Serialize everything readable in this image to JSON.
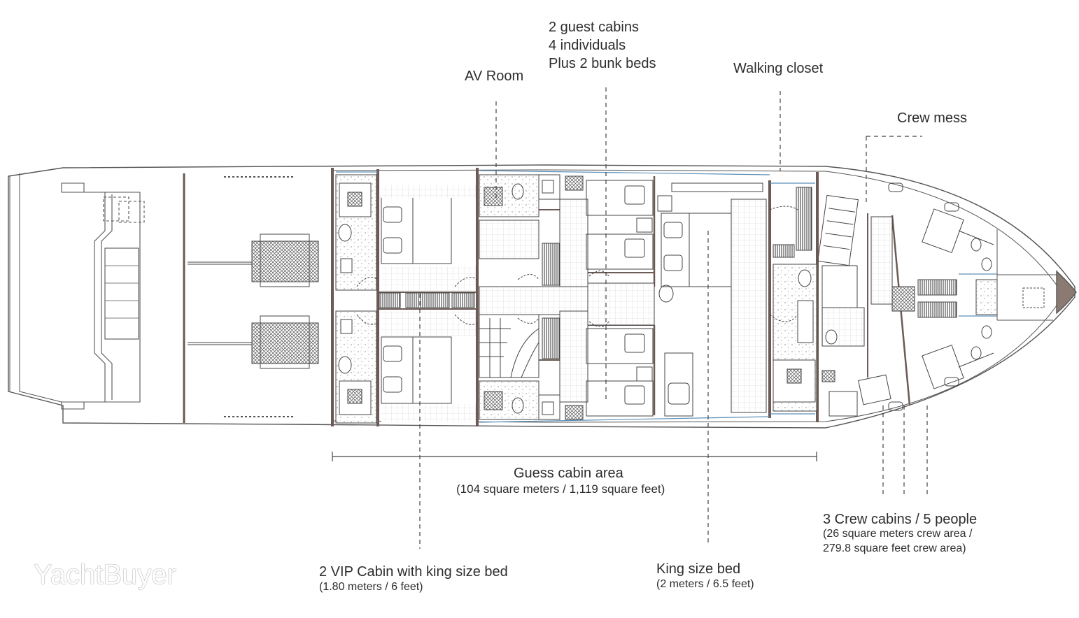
{
  "labels": {
    "guest_cabins": [
      "2 guest cabins",
      "4 individuals",
      "Plus 2 bunk beds"
    ],
    "av_room": "AV Room",
    "walking_closet": "Walking closet",
    "crew_mess": "Crew mess",
    "guess_cabin_area": "Guess cabin area",
    "guess_cabin_area_size": "(104 square meters / 1,119 square feet)",
    "crew_cabins": "3 Crew cabins / 5 people",
    "crew_cabins_size_1": "(26 square meters crew area /",
    "crew_cabins_size_2": "279.8 square feet crew area)",
    "vip_cabin": "2 VIP Cabin with king size bed",
    "vip_cabin_size": "(1.80 meters / 6 feet)",
    "king_bed": "King size bed",
    "king_bed_size": "(2 meters / 6.5 feet)"
  },
  "watermark": "YachtBuyer",
  "colors": {
    "hull_line": "#555555",
    "bulkhead": "#6b5a55",
    "bow_fill": "#8a7a72",
    "glass_blue": "#5b8fb8",
    "text": "#2d2d2d"
  }
}
